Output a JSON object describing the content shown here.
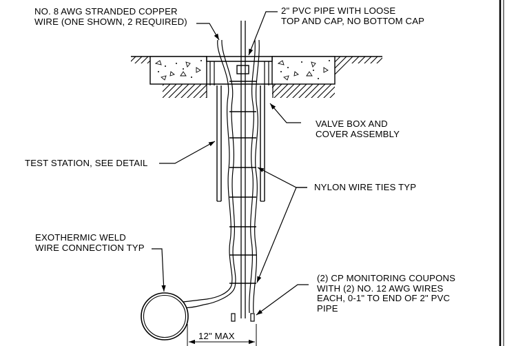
{
  "labels": {
    "copper_wire": "NO. 8 AWG STRANDED COPPER\nWIRE (ONE SHOWN, 2 REQUIRED)",
    "pvc_pipe": "2\" PVC PIPE WITH LOOSE\nTOP AND CAP, NO BOTTOM CAP",
    "valve_box": "VALVE BOX AND\nCOVER ASSEMBLY",
    "test_station": "TEST STATION, SEE DETAIL",
    "nylon_ties": "NYLON WIRE TIES TYP",
    "exothermic_weld": "EXOTHERMIC WELD\nWIRE CONNECTION TYP",
    "coupons": "(2) CP MONITORING COUPONS\nWITH (2) NO. 12 AWG WIRES\nEACH, 0-1\" TO END OF 2\" PVC\nPIPE",
    "dimension": "12\" MAX"
  },
  "colors": {
    "line": "#000000",
    "background": "#ffffff"
  }
}
